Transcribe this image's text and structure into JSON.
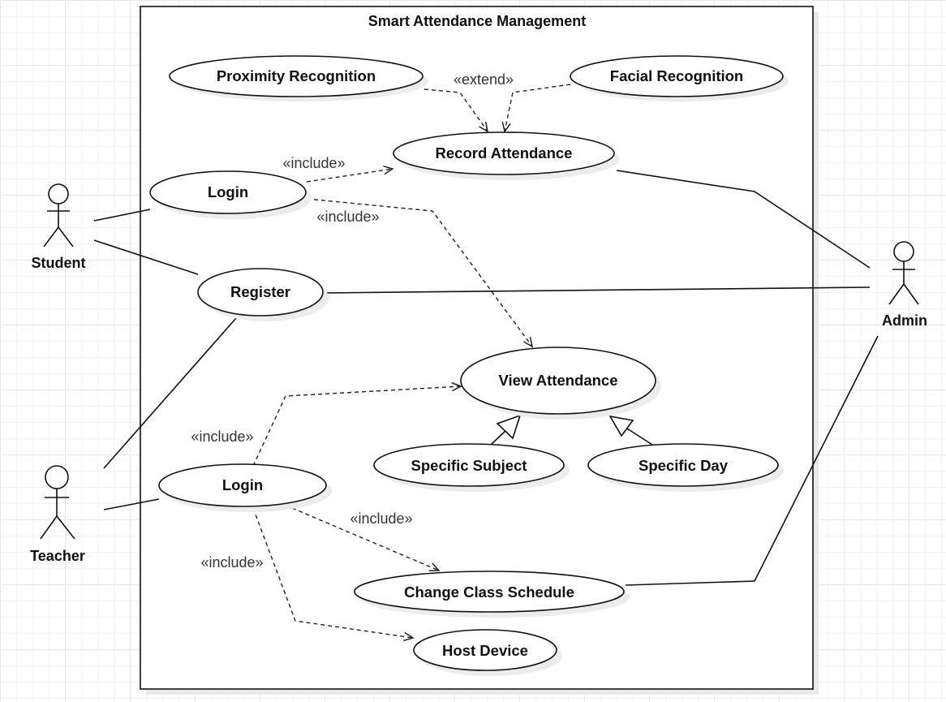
{
  "diagram": {
    "system_title": "Smart Attendance Management",
    "actors": {
      "student": "Student",
      "teacher": "Teacher",
      "admin": "Admin"
    },
    "use_cases": {
      "proximity_recognition": "Proximity Recognition",
      "facial_recognition": "Facial Recognition",
      "record_attendance": "Record Attendance",
      "login_student": "Login",
      "register": "Register",
      "view_attendance": "View Attendance",
      "specific_subject": "Specific Subject",
      "specific_day": "Specific Day",
      "login_teacher": "Login",
      "change_class_schedule": "Change Class Schedule",
      "host_device": "Host Device"
    },
    "stereotypes": {
      "extend": "«extend»",
      "include_login_record": "«include»",
      "include_login_view": "«include»",
      "include_teacher_view": "«include»",
      "include_teacher_schedule": "«include»",
      "include_teacher_host": "«include»"
    }
  }
}
